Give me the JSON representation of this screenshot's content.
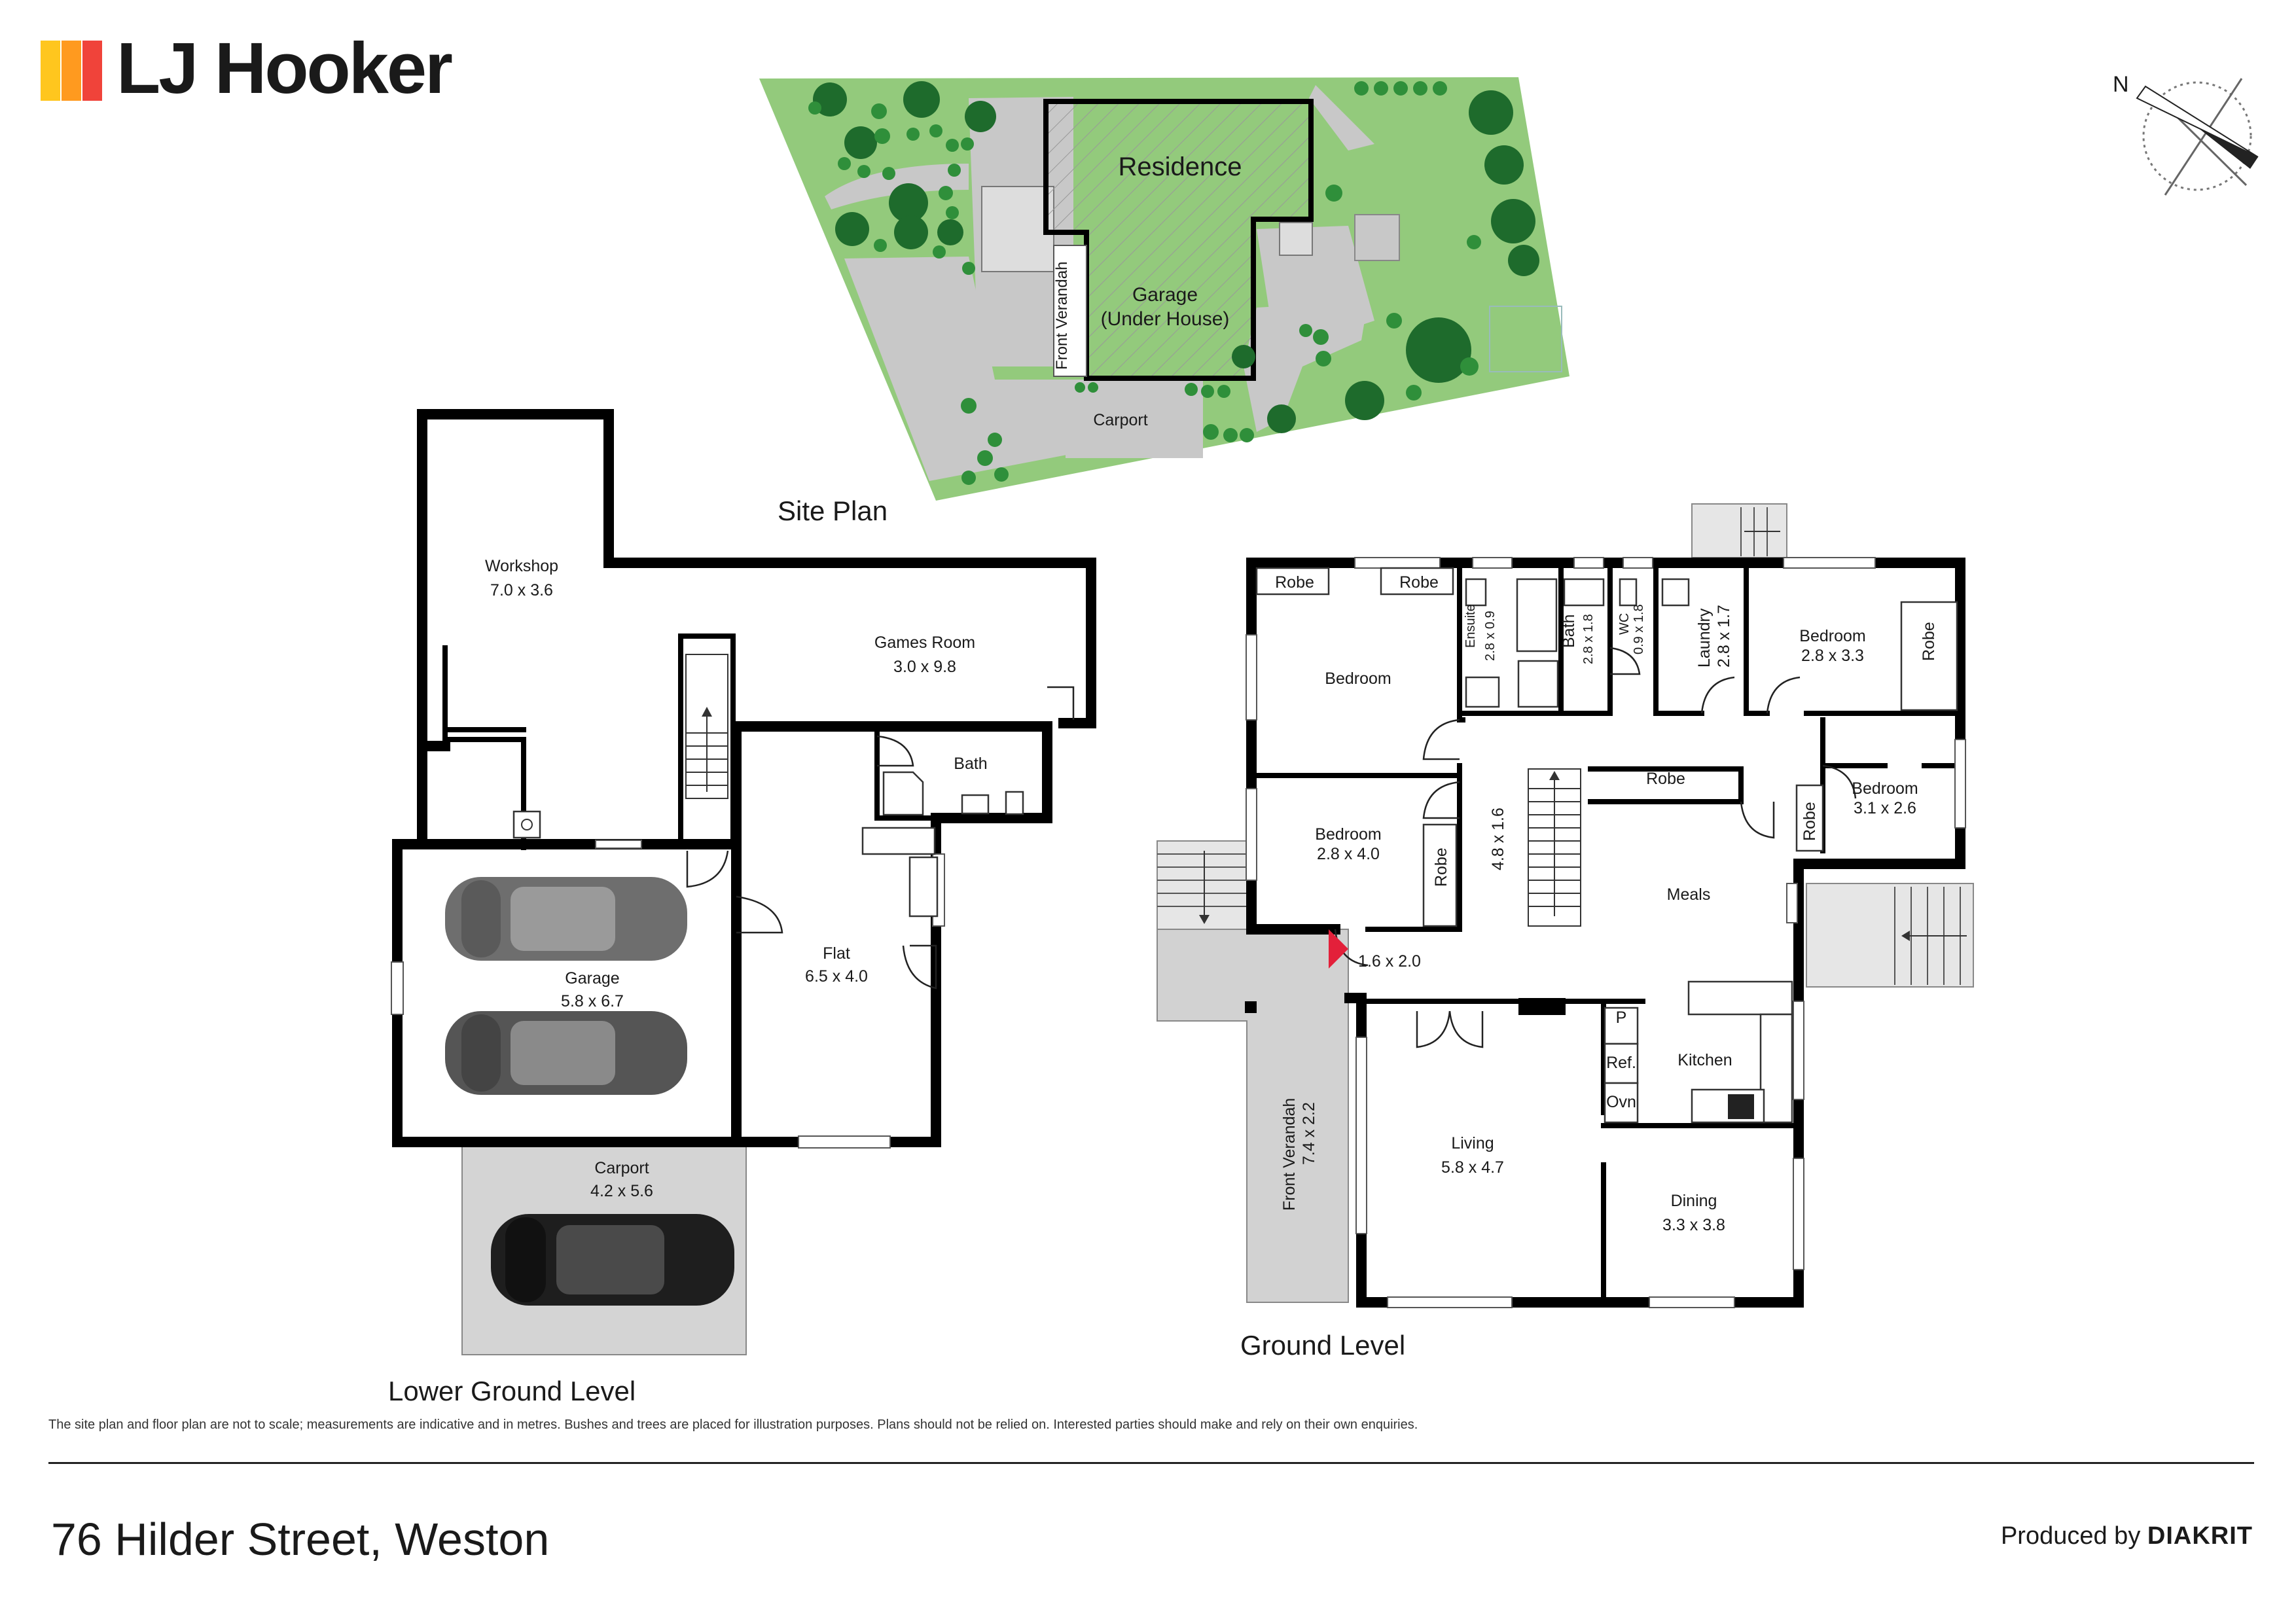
{
  "brand": {
    "name": "LJ Hooker",
    "stripe_colors": [
      "#ffc61e",
      "#ff9a1f",
      "#f0433a"
    ]
  },
  "compass": {
    "label": "N"
  },
  "site_plan": {
    "title": "Site Plan",
    "labels": {
      "residence": "Residence",
      "garage_line1": "Garage",
      "garage_line2": "(Under House)",
      "front_verandah": "Front Verandah",
      "carport": "Carport"
    }
  },
  "lower_ground": {
    "title": "Lower Ground Level",
    "rooms": {
      "workshop": {
        "name": "Workshop",
        "dims": "7.0 x 3.6"
      },
      "games_room": {
        "name": "Games Room",
        "dims": "3.0 x 9.8"
      },
      "bath": {
        "name": "Bath"
      },
      "flat": {
        "name": "Flat",
        "dims": "6.5 x 4.0"
      },
      "garage": {
        "name": "Garage",
        "dims": "5.8 x 6.7"
      },
      "carport": {
        "name": "Carport",
        "dims": "4.2 x 5.6"
      }
    }
  },
  "ground": {
    "title": "Ground Level",
    "rooms": {
      "robe_1": "Robe",
      "robe_2": "Robe",
      "bedroom_main": {
        "name": "Bedroom"
      },
      "ensuite": {
        "name": "Ensuite",
        "dims": "2.8 x 0.9"
      },
      "bath": {
        "name": "Bath",
        "dims": "2.8 x 1.8"
      },
      "wc": {
        "name": "WC",
        "dims": "0.9 x 1.8"
      },
      "laundry": {
        "name": "Laundry",
        "dims": "2.8 x 1.7"
      },
      "bedroom_ne": {
        "name": "Bedroom",
        "dims": "2.8 x 3.3"
      },
      "robe_ne": "Robe",
      "robe_hall": "Robe",
      "bedroom_e": {
        "name": "Bedroom",
        "dims": "3.1 x 2.6"
      },
      "robe_e": "Robe",
      "bedroom_w": {
        "name": "Bedroom",
        "dims": "2.8 x 4.0"
      },
      "robe_w": "Robe",
      "hall": {
        "dims": "4.8 x 1.6"
      },
      "meals": {
        "name": "Meals"
      },
      "entry": {
        "dims": "1.6 x 2.0"
      },
      "front_verandah": {
        "name": "Front Verandah",
        "dims": "7.4 x 2.2"
      },
      "pantry": "P",
      "fridge": "Ref.",
      "oven": "Ovn",
      "kitchen": {
        "name": "Kitchen"
      },
      "living": {
        "name": "Living",
        "dims": "5.8 x 4.7"
      },
      "dining": {
        "name": "Dining",
        "dims": "3.3 x 3.8"
      }
    }
  },
  "footer": {
    "disclaimer": "The site plan and floor plan are not to scale; measurements are indicative and in metres. Bushes and trees are placed for illustration purposes. Plans should not be relied on. Interested parties should make and rely on their own enquiries.",
    "address": "76 Hilder Street, Weston",
    "produced_by_prefix": "Produced by",
    "produced_by_brand": "DIAKRIT"
  },
  "colors": {
    "lawn": "#93ca7c",
    "paving": "#c8c8c8",
    "trees": "#1e6b2c",
    "entry_marker": "#e3203a",
    "walls": "#000000"
  }
}
